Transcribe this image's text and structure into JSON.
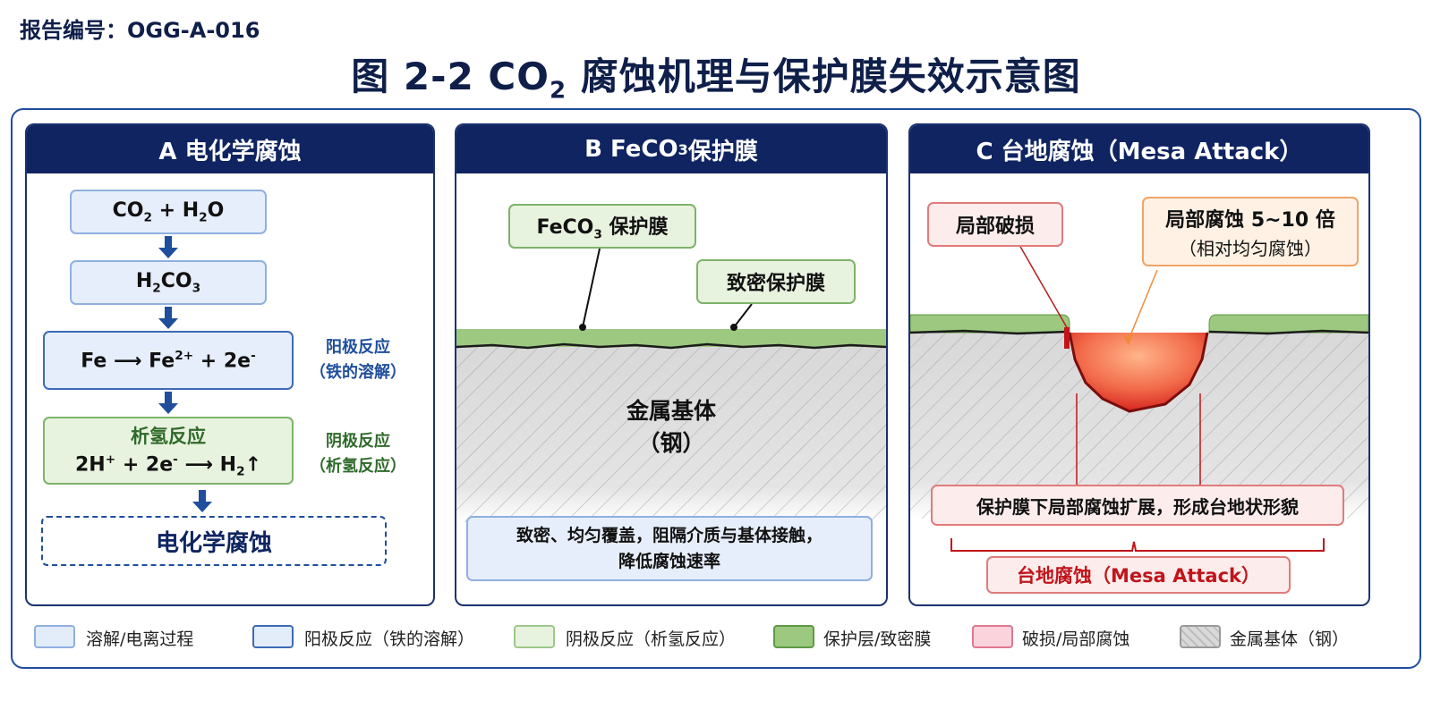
{
  "header": {
    "report_no": "报告编号：OGG-A-016",
    "title_prefix": "图 2-2  CO",
    "title_sub": "2",
    "title_suffix": " 腐蚀机理与保护膜失效示意图"
  },
  "panelA": {
    "heading": "A  电化学腐蚀",
    "step1": {
      "a": "CO",
      "a_sub": "2",
      "b": " + H",
      "b_sub": "2",
      "c": "O"
    },
    "step2": {
      "a": "H",
      "a_sub": "2",
      "b": "CO",
      "b_sub": "3"
    },
    "step3": {
      "a": "Fe  ⟶  Fe",
      "a_sup": "2+",
      "b": "  +  2e",
      "b_sup": "-"
    },
    "step3_side": [
      "阳极反应",
      "（铁的溶解）"
    ],
    "step4_title": "析氢反应",
    "step4": {
      "a": "2H",
      "a_sup": "+",
      "b": " + 2e",
      "b_sup": "-",
      "c": " ⟶ H",
      "c_sub": "2",
      "d": "↑"
    },
    "step4_side": [
      "阴极反应",
      "（析氢反应）"
    ],
    "result": "电化学腐蚀"
  },
  "panelB": {
    "heading": {
      "a": "B  FeCO",
      "a_sub": "3",
      "b": " 保护膜"
    },
    "label_film": {
      "a": "FeCO",
      "a_sub": "3",
      "b": " 保护膜"
    },
    "label_dense": "致密保护膜",
    "substrate": [
      "金属基体",
      "（钢）"
    ],
    "note": [
      "致密、均匀覆盖，阻隔介质与基体接触，",
      "降低腐蚀速率"
    ]
  },
  "panelC": {
    "heading": "C  台地腐蚀（Mesa Attack）",
    "label_break": "局部破损",
    "label_rate": [
      "局部腐蚀 5~10 倍",
      "（相对均匀腐蚀）"
    ],
    "label_expand": "保护膜下局部腐蚀扩展，形成台地状形貌",
    "label_mesa": "台地腐蚀（Mesa Attack）"
  },
  "legend": [
    {
      "label": "溶解/电离过程",
      "color": "#e3ecf9",
      "border": "#8fb0e0"
    },
    {
      "label": "阳极反应（铁的溶解）",
      "color": "#e3ecf9",
      "border": "#3d6bb5"
    },
    {
      "label": "阴极反应（析氢反应）",
      "color": "#e8f3df",
      "border": "#9cc98a"
    },
    {
      "label": "保护层/致密膜",
      "color": "#9cc87f",
      "border": "#5e9a45"
    },
    {
      "label": "破损/局部腐蚀",
      "color": "#fbd3dc",
      "border": "#e0788f"
    },
    {
      "label": "金属基体（钢）",
      "color": "#d9d9d9",
      "border": "#9a9a9a"
    }
  ],
  "colors": {
    "navy": "#0f2461",
    "anode_text": "#1f4e9c",
    "cathode_text": "#2f6a2a",
    "damage_red": "#c0151b",
    "film_green": "#9cc87f"
  }
}
